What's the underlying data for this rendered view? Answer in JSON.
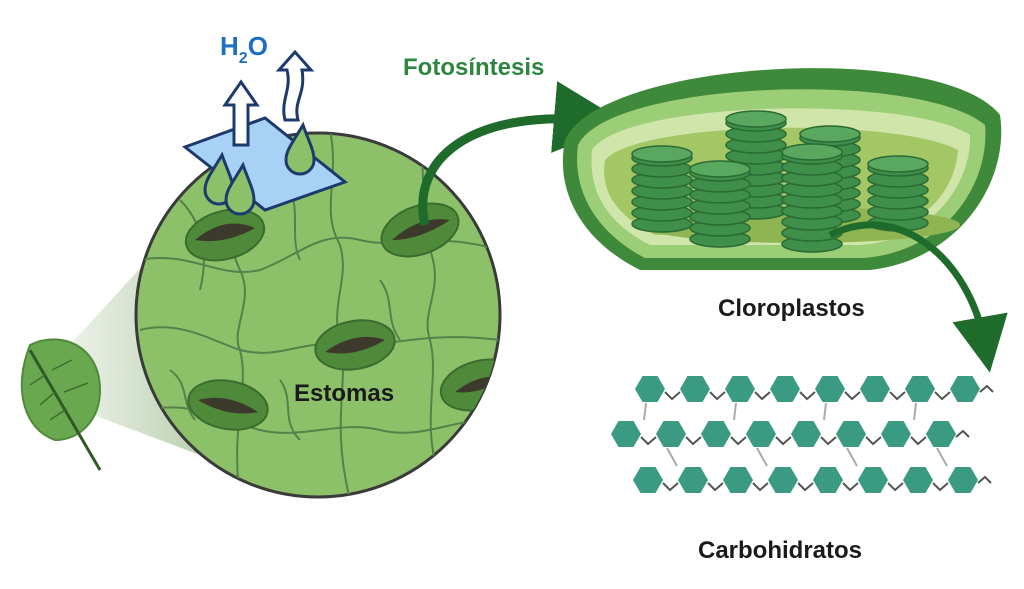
{
  "labels": {
    "water_h": "H",
    "water_sub": "2",
    "water_o": "O",
    "photosynthesis": "Fotosíntesis",
    "stomata": "Estomas",
    "chloroplasts": "Cloroplastos",
    "carbohydrates": "Carbohidratos"
  },
  "colors": {
    "water": "#1f6fc0",
    "photosynthesis": "#2e8540",
    "hexagon": "#3a9a82",
    "leaf_surface": "#8cc16a",
    "text": "#1a1a1a"
  }
}
